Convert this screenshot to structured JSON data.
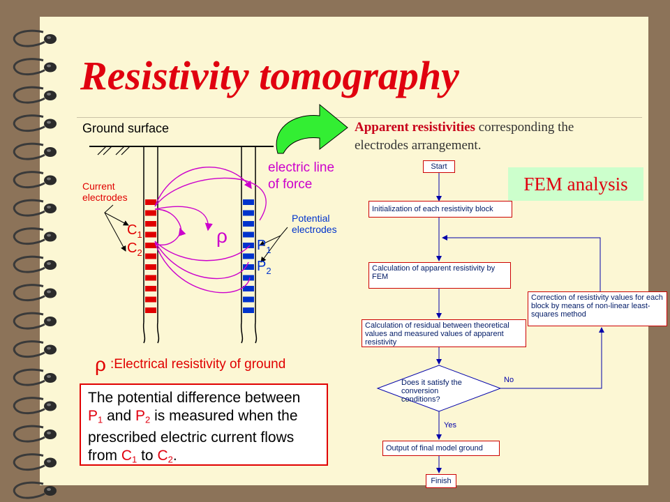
{
  "title": "Resistivity tomography",
  "apparent": {
    "bold": "Apparent resistivities",
    "rest": " corresponding the electrodes arrangement."
  },
  "fem_label": "FEM analysis",
  "diagram": {
    "ground_surface": "Ground surface",
    "line_of_force": "electric line of force",
    "current_electrodes": "Current electrodes",
    "potential_electrodes": "Potential electrodes",
    "c": "C",
    "p": "P",
    "one": "1",
    "two": "2",
    "rho": "ρ",
    "rho_def": ":Electrical resistivity of ground"
  },
  "message": {
    "line1": "The potential difference between",
    "p": "P",
    "and": " and ",
    "line2_tail": " is measured when the",
    "line3": "prescribed electric current flows",
    "from": "from ",
    "to": " to ",
    "c": "C",
    "one": "1",
    "two": "2",
    "period": "."
  },
  "flowchart": {
    "start": "Start",
    "init": "Initialization of each resistivity block",
    "calc_apparent": "Calculation of apparent resistivity by FEM",
    "calc_residual": "Calculation of residual between theoretical values and measured values of apparent resistivity",
    "decision": "Does it satisfy the conversion conditions?",
    "no": "No",
    "yes": "Yes",
    "correction": "Correction of resistivity values for each block by means of non-linear least-squares method",
    "output": "Output of final model ground",
    "finish": "Finish"
  },
  "colors": {
    "title": "#e0000f",
    "current_electrode": "#e00000",
    "potential_electrode": "#0033cc",
    "field_lines": "#cc00cc",
    "flow_lines": "#0000aa",
    "arrow_fill": "#33ee33"
  }
}
